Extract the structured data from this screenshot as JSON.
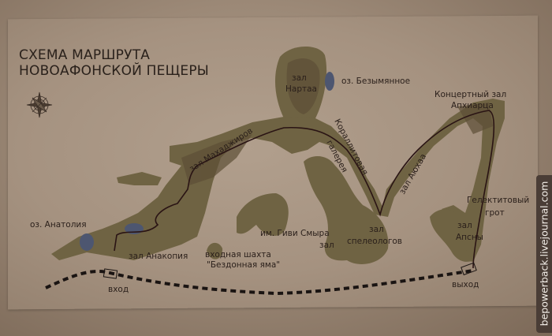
{
  "title": {
    "line1": "СХЕМА МАРШРУТА",
    "line2": "НОВОАФОНСКОЙ ПЕЩЕРЫ"
  },
  "labels": {
    "nartaa": "зал\nНартаа",
    "nartaa_1": "зал",
    "nartaa_2": "Нартаа",
    "lake_nameless": "оз. Безымянное",
    "concert_1": "Концертный зал",
    "concert_2": "Апхиарца",
    "makhadzhirov": "зал Махаджиров",
    "coralite_1": "Кораллитовая",
    "coralite_2": "галерея",
    "ayukhaa": "зал Аюхаа",
    "gelektit_1": "Гелектитовый",
    "gelektit_2": "грот",
    "lake_anatolia": "оз. Анатолия",
    "givi": "им. Гиви Смыра",
    "givi_zal": "зал",
    "speleo_1": "зал",
    "speleo_2": "спелеологов",
    "apsny_1": "зал",
    "apsny_2": "Апсны",
    "anakopia": "зал Анакопия",
    "shaft_1": "входная шахта",
    "shaft_2": "\"Бездонная яма\"",
    "entrance": "вход",
    "exit": "выход"
  },
  "watermark": "bepowerback.livejournal.com",
  "colors": {
    "cave": "#6f6343",
    "cave_dark": "#5d4f36",
    "lake": "#4d5670",
    "route": "#2a1414"
  }
}
